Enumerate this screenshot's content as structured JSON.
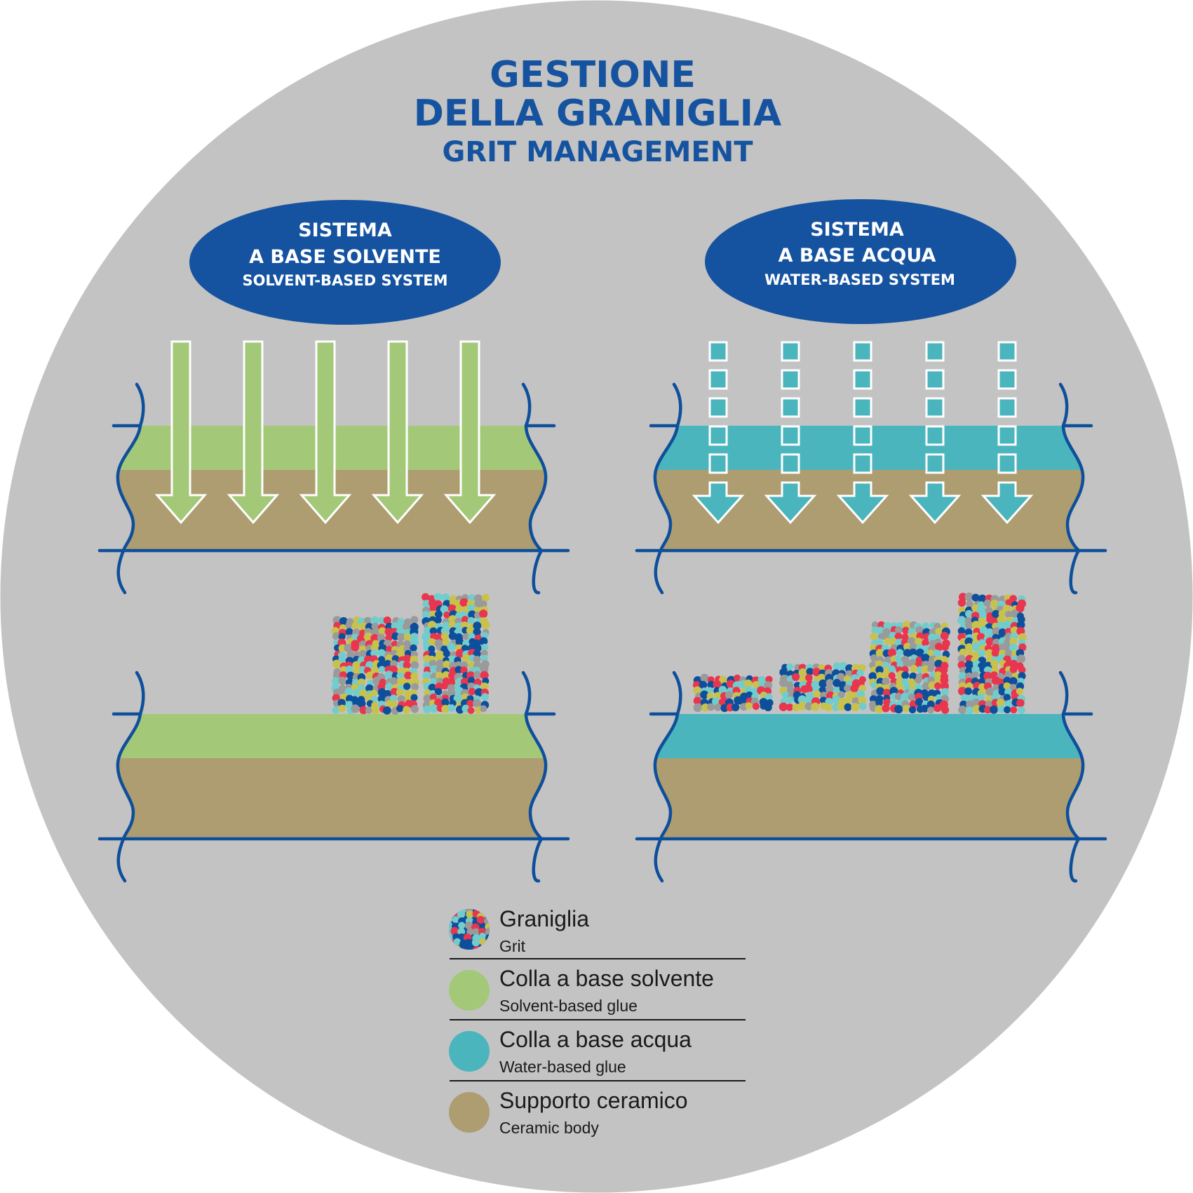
{
  "title": {
    "line1": "GESTIONE",
    "line2": "DELLA GRANIGLIA",
    "line3": "GRIT MANAGEMENT"
  },
  "colors": {
    "background_disc": "#c3c3c3",
    "brand_blue": "#1553a0",
    "solvent_glue": "#a3c978",
    "water_glue": "#4bb5bd",
    "ceramic_body": "#ae9d71",
    "outline": "#0e4f9b",
    "grit_palette": [
      "#0e4f9b",
      "#e8364f",
      "#c8c24c",
      "#9a9a9a",
      "#73cccc"
    ]
  },
  "systems": [
    {
      "id": "solvent",
      "label_it_1": "SISTEMA",
      "label_it_2": "A BASE SOLVENTE",
      "label_en": "SOLVENT-BASED SYSTEM",
      "glue": "solvent",
      "arrow_style": "solid",
      "arrow_count": 5,
      "grit_blocks_relative_height": [
        0.81,
        1.0
      ]
    },
    {
      "id": "water",
      "label_it_1": "SISTEMA",
      "label_it_2": "A BASE ACQUA",
      "label_en": "WATER-BASED SYSTEM",
      "glue": "water",
      "arrow_style": "dashed",
      "arrow_count": 5,
      "grit_blocks_relative_height": [
        0.32,
        0.42,
        0.77,
        1.0
      ]
    }
  ],
  "legend": [
    {
      "key": "grit",
      "label": "Graniglia",
      "sublabel": "Grit",
      "icon": "grit-swatch-icon"
    },
    {
      "key": "solvent",
      "label": "Colla a base solvente",
      "sublabel": "Solvent-based glue",
      "icon": "solvent-glue-swatch-icon"
    },
    {
      "key": "water",
      "label": "Colla a base acqua",
      "sublabel": "Water-based glue",
      "icon": "water-glue-swatch-icon"
    },
    {
      "key": "ceramic",
      "label": "Supporto ceramico",
      "sublabel": "Ceramic body",
      "icon": "ceramic-body-swatch-icon"
    }
  ]
}
